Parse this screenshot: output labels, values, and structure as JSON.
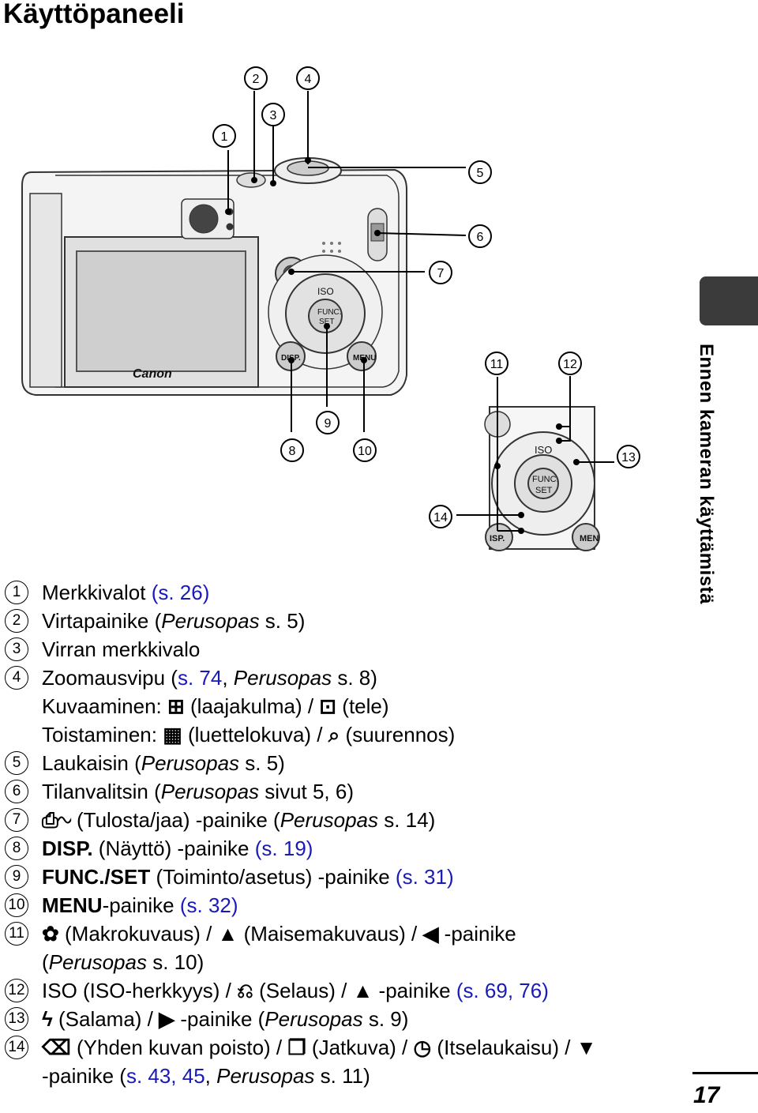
{
  "page": {
    "title": "Käyttöpaneeli",
    "side_label": "Ennen kameran käyttämistä",
    "page_number": "17"
  },
  "diagram": {
    "callouts": [
      "1",
      "2",
      "3",
      "4",
      "5",
      "6",
      "7",
      "8",
      "9",
      "10",
      "11",
      "12",
      "13",
      "14"
    ],
    "camera_labels": {
      "brand": "Canon",
      "iso": "ISO",
      "func": "FUNC.",
      "set": "SET",
      "disp": "DISP.",
      "menu": "MENU",
      "inset_iso": "ISO",
      "inset_func": "FUNC.",
      "inset_set": "SET",
      "inset_disp": "ISP.",
      "inset_menu": "MEN"
    }
  },
  "items": [
    {
      "num": "1",
      "a": "Merkkivalot ",
      "link": "(s. 26)"
    },
    {
      "num": "2",
      "a": "Virtapainike (",
      "it": "Perusopas",
      "b": " s. 5)"
    },
    {
      "num": "3",
      "a": "Virran merkkivalo"
    },
    {
      "num": "4",
      "a": "Zoomausvipu (",
      "link1": "s. 74",
      "a2": ", ",
      "it": "Perusopas",
      "b": " s. 8)"
    },
    {
      "cont": "Kuvaaminen: ",
      "icon1": "⊞",
      "c1": " (laajakulma) / ",
      "icon2": "⊡",
      "c2": " (tele)"
    },
    {
      "cont": "Toistaminen: ",
      "icon1": "▦",
      "c1": " (luettelokuva) / ",
      "icon2": "⌕",
      "c2": " (suurennos)"
    },
    {
      "num": "5",
      "a": "Laukaisin (",
      "it": "Perusopas",
      "b": " s. 5)"
    },
    {
      "num": "6",
      "a": "Tilanvalitsin (",
      "it": "Perusopas",
      "b": " sivut 5, 6)"
    },
    {
      "num": "7",
      "icon": "⎙∿",
      "a": " (Tulosta/jaa) -painike (",
      "it": "Perusopas",
      "b": " s. 14)"
    },
    {
      "num": "8",
      "bold": "DISP.",
      "a": " (Näyttö) -painike ",
      "link": "(s. 19)"
    },
    {
      "num": "9",
      "bold": "FUNC./SET",
      "a": " (Toiminto/asetus) -painike ",
      "link": "(s. 31)"
    },
    {
      "num": "10",
      "bold": "MENU",
      "a": "-painike ",
      "link": "(s. 32)"
    },
    {
      "num": "11",
      "icon": "✿",
      "a": " (Makrokuvaus) / ",
      "icon2": "▲",
      "a2": " (Maisemakuvaus) / ",
      "icon3": "◀",
      "a3": " -painike"
    },
    {
      "cont": "(",
      "it": "Perusopas",
      "b": " s. 10)"
    },
    {
      "num": "12",
      "icon": "ISO",
      "a": " (ISO-herkkyys) / ",
      "icon2": "⎌",
      "a2": " (Selaus) / ",
      "icon3": "▲",
      "a3": " -painike ",
      "link": "(s. 69, 76)"
    },
    {
      "num": "13",
      "icon": "ϟ",
      "a": " (Salama) / ",
      "icon2": "▶",
      "a2": " -painike (",
      "it": "Perusopas",
      "b": " s. 9)"
    },
    {
      "num": "14",
      "icon": "⌫",
      "a": " (Yhden kuvan poisto) / ",
      "icon2": "❐",
      "a2": " (Jatkuva) / ",
      "icon3": "◷",
      "a3": " (Itselaukaisu) / ",
      "icon4": "▼"
    },
    {
      "cont": "-painike (",
      "link": "s. 43, 45",
      "c2": ", ",
      "it": "Perusopas",
      "b": " s. 11)"
    }
  ]
}
